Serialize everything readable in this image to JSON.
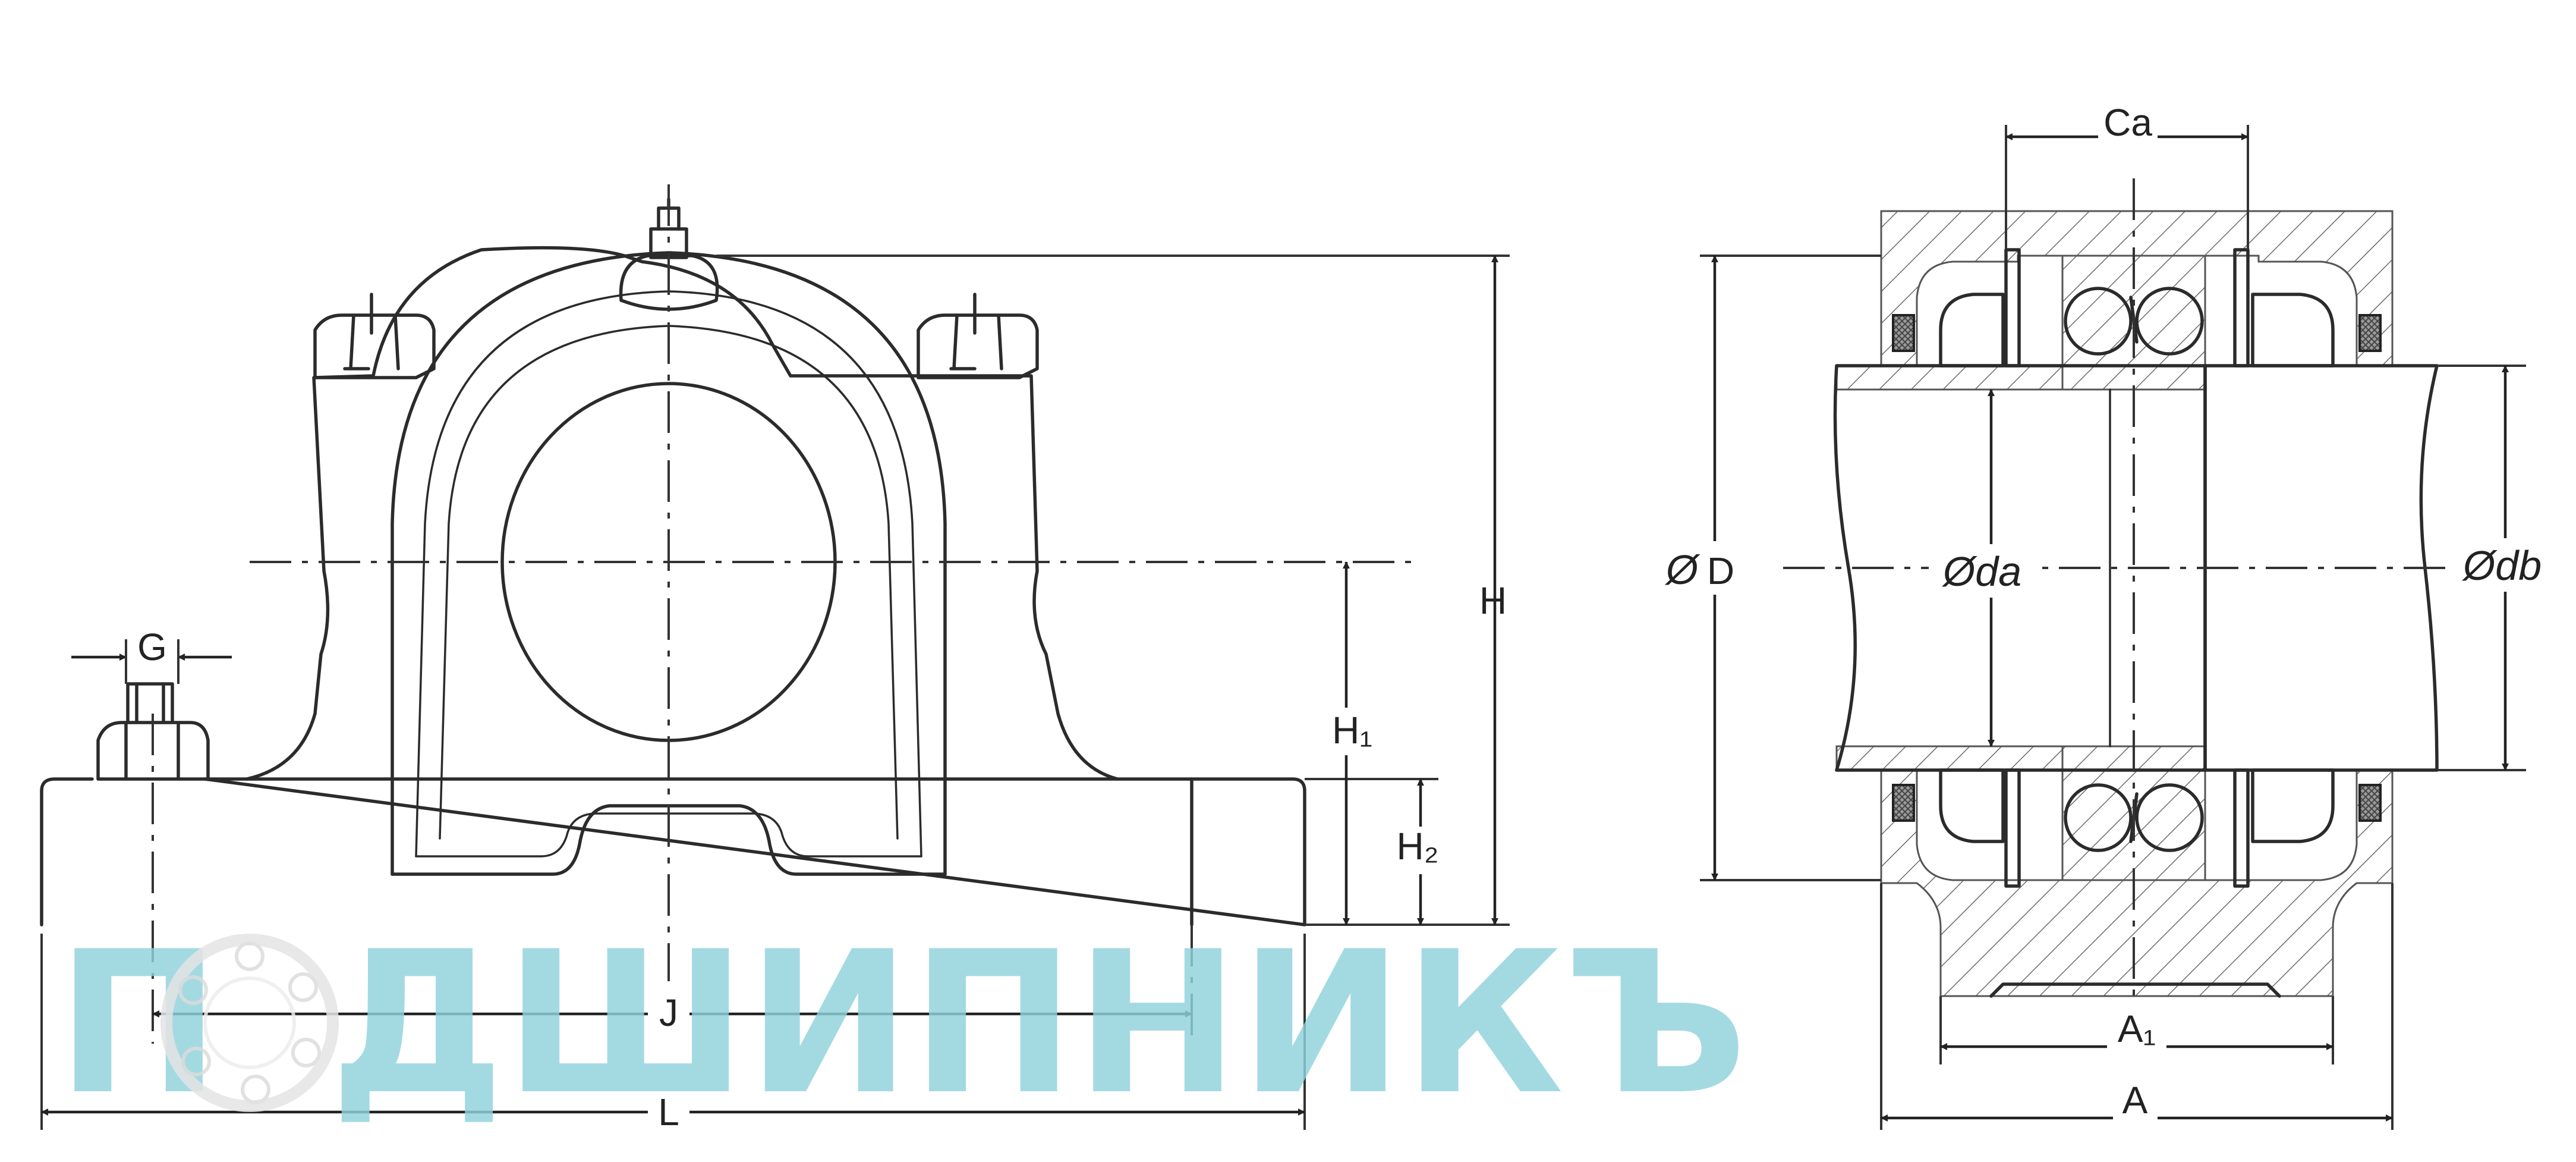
{
  "diagram": {
    "watermark": {
      "first_letter": "П",
      "rest": "ДШИПНИКЪ"
    },
    "front_view": {
      "labels": {
        "G": "G",
        "H": "H",
        "H1": "H₁",
        "H2": "H₂",
        "J": "J",
        "L": "L"
      }
    },
    "section_view": {
      "labels": {
        "Ca": "Ca",
        "D_symbol": "Ø",
        "D": "D",
        "da": "Øda",
        "db": "Ødb",
        "A1": "A₁",
        "A": "A"
      }
    },
    "colors": {
      "line": "#2b2b2b",
      "watermark": "#8fd3dc"
    }
  }
}
